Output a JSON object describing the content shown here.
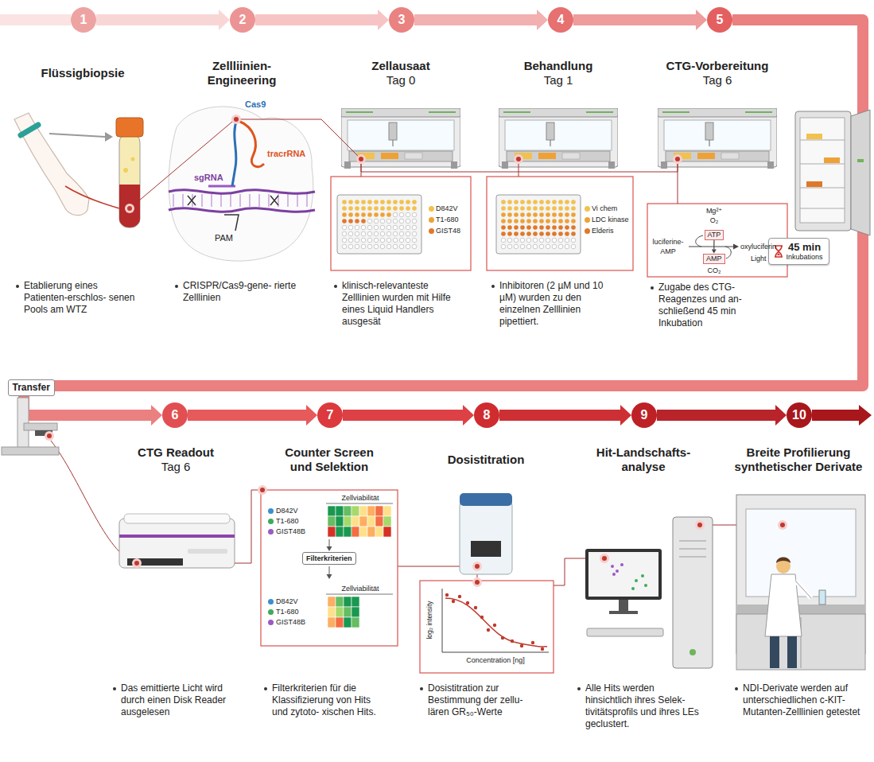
{
  "diagram": {
    "nodes": [
      {
        "text": [
          "1"
        ]
      },
      {
        "text": [
          "Flüssigbiopsie",
          "Etablierung eines Patienten-erschlos- senen Pools am WTZ"
        ]
      },
      {
        "text": [
          "2"
        ]
      },
      {
        "text": [
          "Zellliinien- Engineering",
          "CRISPR/Cas9-gene- rierte Zelllinien"
        ]
      },
      {
        "text": [
          "3"
        ]
      },
      {
        "text": [
          "Zellausaat",
          "Tag 0",
          "klinisch-relevanteste Zelllinien wurden mit Hilfe eines Liquid Handlers ausgesät"
        ]
      },
      {
        "text": [
          "4"
        ]
      },
      {
        "text": [
          "Behandlung",
          "Tag 1",
          "Inhibitoren (2 µM und 10 µM) wurden zu den einzelnen Zelllinien pipettiert."
        ]
      },
      {
        "text": [
          "5"
        ]
      },
      {
        "text": [
          "CTG-Vorbereitung",
          "Tag 6",
          "Zugabe des CTG- Reagenzes und an- schließend 45 min Inkubation"
        ]
      },
      {
        "text": [
          "ATP"
        ],
        "in": 9
      },
      {
        "text": [
          "AMP"
        ],
        "in": 9
      },
      {
        "text": [
          "45 min",
          "Inkubations"
        ]
      },
      {
        "text": [
          "Transfer"
        ]
      },
      {
        "text": [
          "6"
        ]
      },
      {
        "text": [
          "CTG Readout",
          "Tag 6",
          "Das emittierte Licht wird durch einen Disk Reader ausgelesen"
        ]
      },
      {
        "text": [
          "7"
        ]
      },
      {
        "text": [
          "Counter Screen und Selektion",
          "Filterkriterien für die Klassifizierung von Hits und zytoto- xischen Hits."
        ]
      },
      {
        "text": [
          "Filterkriterien"
        ],
        "in": 17
      },
      {
        "text": [
          "8"
        ]
      },
      {
        "text": [
          "Dosistitration",
          "Dosistitration zur Bestimmung der zellu- lären GR₅₀-Werte"
        ]
      },
      {
        "text": [
          "9"
        ]
      },
      {
        "text": [
          "Hit-Landschafts- analyse",
          "Alle Hits werden hinsichtlich ihres Selek- tivitätsprofils und ihres LEs geclustert."
        ]
      },
      {
        "text": [
          "10"
        ]
      },
      {
        "text": [
          "Breite Profilierung synthetischer Derivate",
          "NDI-Derivate werden auf unterschiedlichen c-KIT-Mutanten-Zelllinien getestet"
        ]
      }
    ],
    "edges": [
      {
        "from": 0,
        "to": 2,
        "arrow": "to"
      },
      {
        "from": 2,
        "to": 4,
        "arrow": "to"
      },
      {
        "from": 4,
        "to": 6,
        "arrow": "to"
      },
      {
        "from": 6,
        "to": 8,
        "arrow": "to"
      },
      {
        "from": 8,
        "to": 14,
        "arrow": "to"
      },
      {
        "from": 10,
        "to": 11,
        "arrow": "to"
      },
      {
        "from": 14,
        "to": 16,
        "arrow": "to"
      },
      {
        "from": 16,
        "to": 19,
        "arrow": "to"
      },
      {
        "from": 19,
        "to": 21,
        "arrow": "to"
      },
      {
        "from": 21,
        "to": 23,
        "arrow": "to"
      }
    ],
    "labels": [
      "Cas9",
      "tracrRNA",
      "sgRNA",
      "PAM",
      "Mg²⁺",
      "O₂",
      "luciferine- AMP",
      "oxyluciferin",
      "Light",
      "CO₂",
      "Zellviabilität",
      "Zellviabilität",
      "log₂ intensity",
      "Concentration [ng]"
    ],
    "legend": [
      {
        "text": "D842V",
        "color": "#f2c14e"
      },
      {
        "text": "T1-680",
        "color": "#eea236"
      },
      {
        "text": "GIST48",
        "color": "#e0782a"
      },
      {
        "text": "Vi chem",
        "color": "#f2c14e"
      },
      {
        "text": "LDC kinase",
        "color": "#eea236"
      },
      {
        "text": "Elderis",
        "color": "#e0782a"
      },
      {
        "text": "D842V",
        "color": "#3b8fcf"
      },
      {
        "text": "T1-680",
        "color": "#3daa5c"
      },
      {
        "text": "GIST48B",
        "color": "#9b59c6"
      },
      {
        "text": "D842V",
        "color": "#3b8fcf"
      },
      {
        "text": "T1-680",
        "color": "#3daa5c"
      },
      {
        "text": "GIST48B",
        "color": "#9b59c6"
      }
    ]
  }
}
